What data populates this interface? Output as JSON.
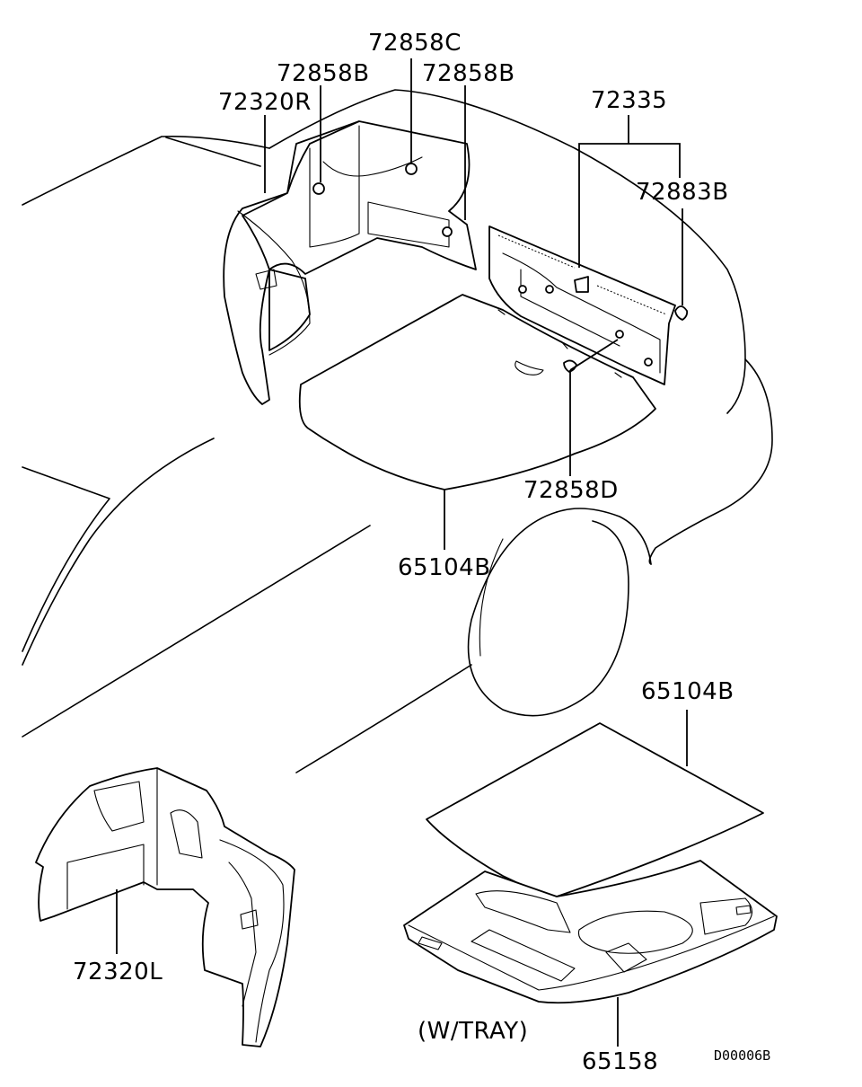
{
  "diagram": {
    "labels": {
      "p72858C": "72858C",
      "p72858B_left": "72858B",
      "p72858B_right": "72858B",
      "p72320R": "72320R",
      "p72335": "72335",
      "p72883B": "72883B",
      "p72858D": "72858D",
      "p65104B_top": "65104B",
      "p65104B_bottom": "65104B",
      "p72320L": "72320L",
      "w_tray": "(W/TRAY)",
      "p65158": "65158",
      "drawing_code": "D00006B"
    }
  }
}
